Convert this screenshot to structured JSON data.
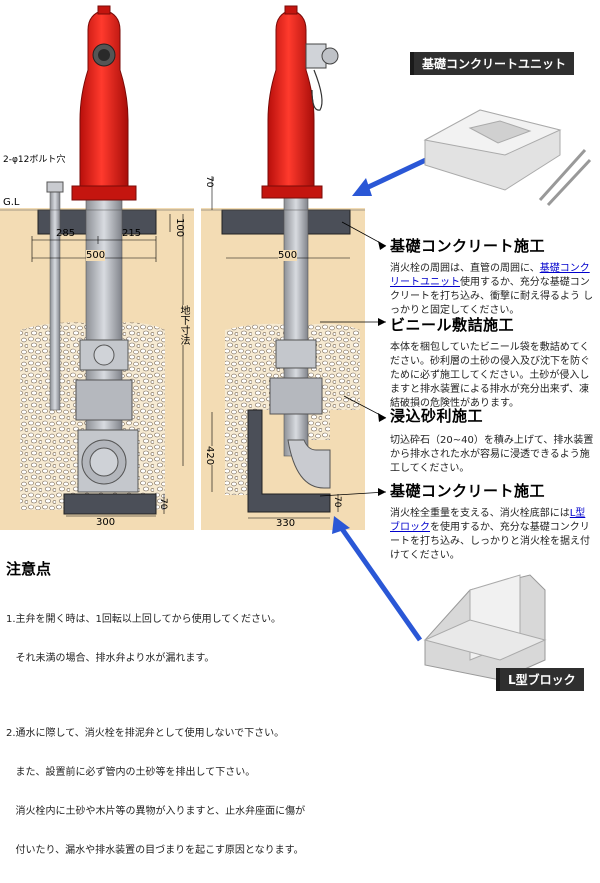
{
  "left_diagram": {
    "bolt_label": "2-φ12ボルト穴",
    "gl_label": "G.L",
    "dim_285": "285",
    "dim_215": "215",
    "dim_100": "100",
    "dim_500": "500",
    "dim_depth": "地下寸法",
    "dim_70": "70",
    "dim_300": "300"
  },
  "right_diagram": {
    "dim_70": "70",
    "dim_500": "500",
    "dim_420": "420",
    "dim_70b": "70",
    "dim_330": "330"
  },
  "unit_box": {
    "label": "基礎コンクリートユニット"
  },
  "lblock_box": {
    "label": "L型ブロック"
  },
  "sections": [
    {
      "title": "基礎コンクリート施工",
      "text_before": "消火栓の周囲は、直管の周囲に、",
      "link": "基礎コンクリートユニット",
      "text_after": "使用するか、充分な基礎コンクリートを打ち込み、衝撃に耐え得るよう しっかりと固定してください。"
    },
    {
      "title": "ビニール敷詰施工",
      "text": "本体を梱包していたビニール袋を敷詰めてください。砂利層の土砂の侵入及び沈下を防ぐために必ず施工してください。土砂が侵入しますと排水装置による排水が充分出来ず、凍結破損の危険性があります。"
    },
    {
      "title": "浸込砂利施工",
      "text": "切込砕石（20~40）を積み上げて、排水装置から排水された水が容易に浸透できるよう施工してください。"
    },
    {
      "title": "基礎コンクリート施工",
      "text_before": "消火栓全重量を支える、消火栓底部には",
      "link": "L型ブロック",
      "text_after": "を使用するか、充分な基礎コンクリートを打ち込み、しっかりと消火栓を据え付けてください。"
    }
  ],
  "notes": {
    "title": "注意点",
    "items": [
      "1.主弁を開く時は、1回転以上回してから使用してください。",
      "   それ未満の場合、排水弁より水が漏れます。",
      "2.通水に際して、消火栓を排泥弁として使用しないで下さい。",
      "   また、設置前に必ず管内の土砂等を排出して下さい。",
      "   消火栓内に土砂や木片等の異物が入りますと、止水弁座面に傷が",
      "   付いたり、漏水や排水装置の目づまりを起こす原因となります。"
    ]
  },
  "colors": {
    "hydrant_red": "#e8231e",
    "soil": "#f3dcb4",
    "concrete": "#4b4f58",
    "pipe": "#b9bcc2",
    "accent_blue": "#2a57d6"
  }
}
